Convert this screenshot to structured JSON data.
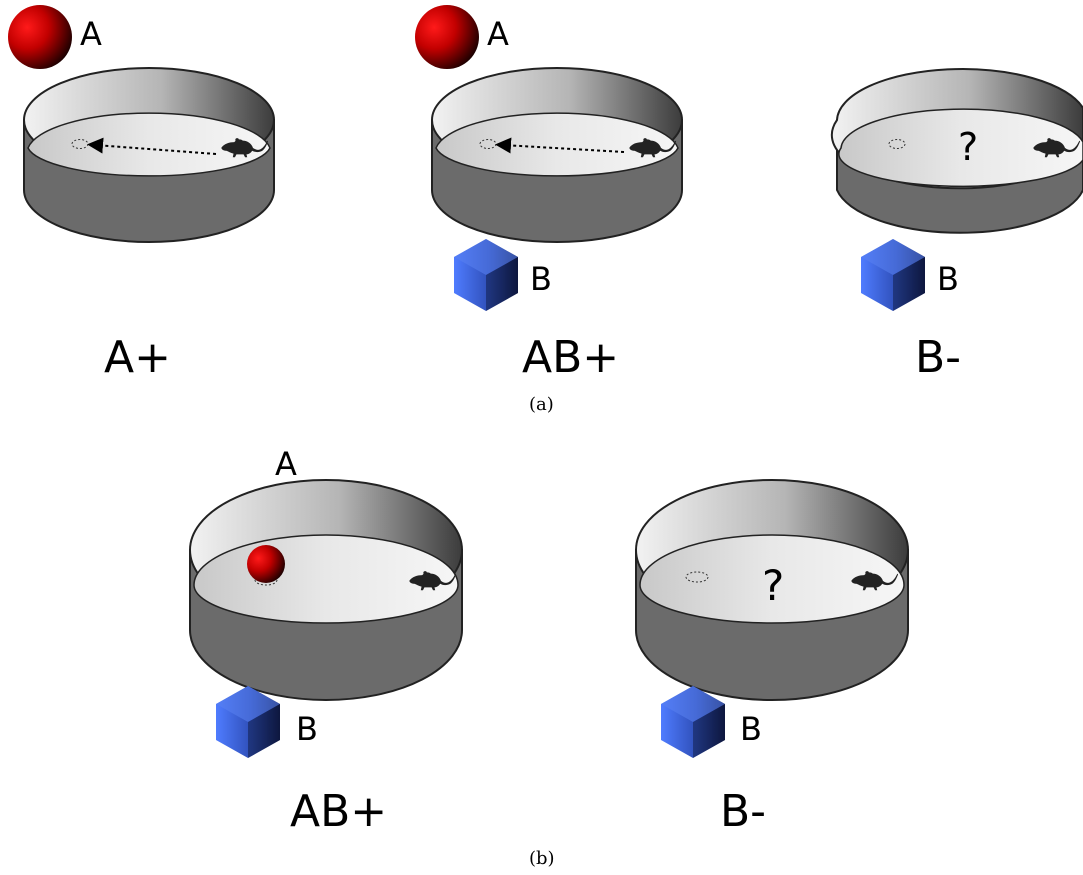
{
  "panel_a": {
    "caption": "(a)",
    "scenes": [
      {
        "cue_a_label": "A",
        "condition": "A+"
      },
      {
        "cue_a_label": "A",
        "cue_b_label": "B",
        "condition": "AB+"
      },
      {
        "cue_b_label": "B",
        "question": "?",
        "condition": "B-"
      }
    ]
  },
  "panel_b": {
    "caption": "(b)",
    "scenes": [
      {
        "cue_a_label": "A",
        "cue_b_label": "B",
        "condition": "AB+"
      },
      {
        "cue_b_label": "B",
        "question": "?",
        "condition": "B-"
      }
    ]
  },
  "colors": {
    "wall": "#6b6b6b",
    "floor": "#e4e4e4",
    "sphere": "#cc0000",
    "cube": "#3a5fd8"
  }
}
